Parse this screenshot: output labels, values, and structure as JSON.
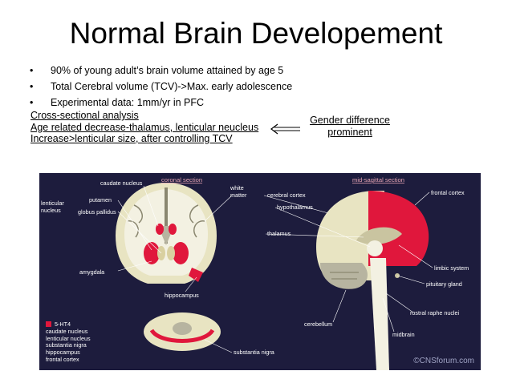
{
  "slide": {
    "title": "Normal Brain Developement",
    "bullets": [
      "90% of young adult’s brain volume attained by age 5",
      "Total Cerebral volume (TCV)->Max. early adolescence",
      "Experimental data: 1mm/yr in PFC"
    ],
    "bullet_marker": "•",
    "analysis": [
      "Cross-sectional analysis",
      "Age related decrease-thalamus, lenticular neucleus",
      "Increase>lenticular size, after controlling TCV"
    ],
    "arrow_glyph": "⟵",
    "gender_note": "Gender difference prominent"
  },
  "figure": {
    "colors": {
      "background": "#1d1c3d",
      "highlight": "#e0173c",
      "tissue": "#e8e4c2"
    },
    "section_titles": {
      "coronal": "coronal section",
      "sagittal": "mid-sagittal section"
    },
    "labels": {
      "caudate": "caudate nucleus",
      "lenticular1": "lenticular",
      "lenticular2": "nucleus",
      "putamen": "putamen",
      "globus": "globus pallidus",
      "white_matter1": "white",
      "white_matter2": "matter",
      "cortex": "cerebral cortex",
      "hypothalamus": "hypothalamus",
      "thalamus": "thalamus",
      "amygdala": "amygdala",
      "hippocampus": "hippocampus",
      "nigra": "substantia nigra",
      "frontal": "frontal cortex",
      "limbic": "limbic system",
      "pituitary": "pituitary gland",
      "raphe": "rostral raphe nuclei",
      "cerebellum": "cerebellum",
      "midbrain": "midbrain"
    },
    "legend": [
      "5-HT4",
      "caudate nucleus",
      "lenticular nucleus",
      "substantia nigra",
      "hippocampus",
      "frontal cortex"
    ],
    "credit": "©CNSforum.com"
  }
}
